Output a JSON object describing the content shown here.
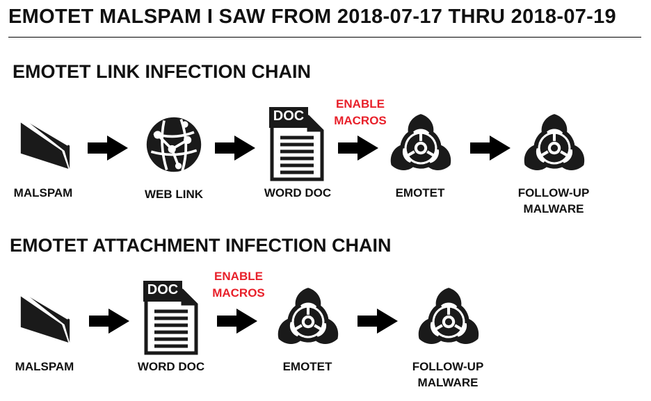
{
  "title": "EMOTET MALSPAM I SAW FROM 2018-07-17 THRU 2018-07-19",
  "link_chain": {
    "heading": "EMOTET LINK INFECTION CHAIN",
    "malspam": "MALSPAM",
    "web_link": "WEB LINK",
    "word_doc": "WORD DOC",
    "enable_macros_1": "ENABLE",
    "enable_macros_2": "MACROS",
    "emotet": "EMOTET",
    "followup_1": "FOLLOW-UP",
    "followup_2": "MALWARE",
    "doc_tag": "DOC"
  },
  "attachment_chain": {
    "heading": "EMOTET ATTACHMENT INFECTION CHAIN",
    "malspam": "MALSPAM",
    "word_doc": "WORD DOC",
    "enable_macros_1": "ENABLE",
    "enable_macros_2": "MACROS",
    "emotet": "EMOTET",
    "followup_1": "FOLLOW-UP",
    "followup_2": "MALWARE",
    "doc_tag": "DOC"
  },
  "colors": {
    "text": "#111111",
    "accent": "#e8202a",
    "icon": "#1a1a1a"
  },
  "icons": [
    "envelope-icon",
    "globe-network-icon",
    "doc-file-icon",
    "biohazard-icon",
    "arrow-right-icon"
  ]
}
